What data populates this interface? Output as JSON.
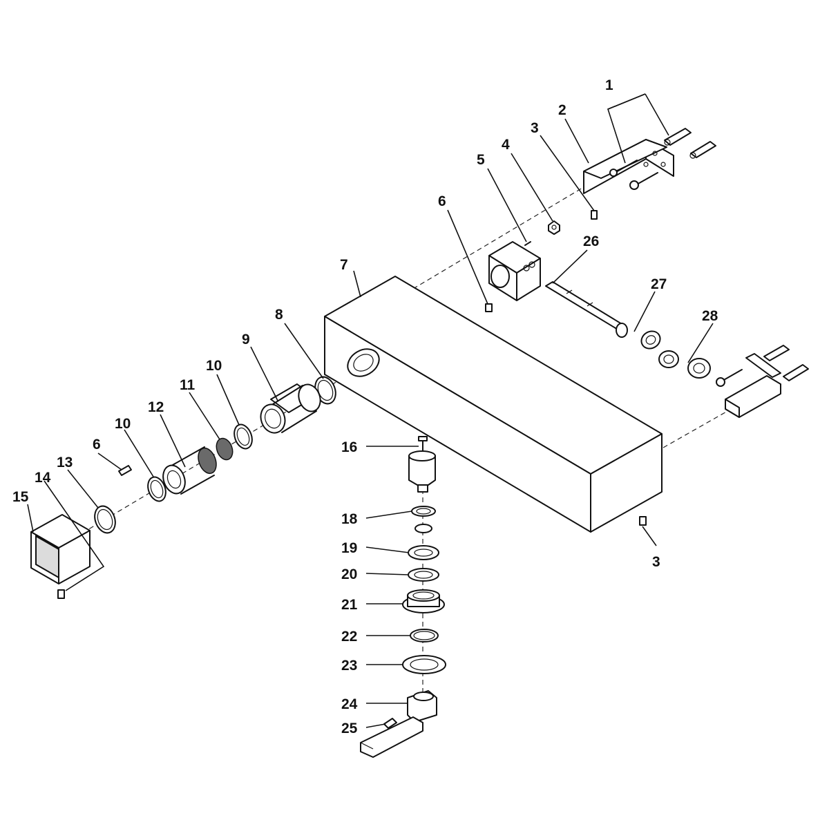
{
  "labels": {
    "l1": "1",
    "l2": "2",
    "l3a": "3",
    "l3b": "3",
    "l4": "4",
    "l5": "5",
    "l6a": "6",
    "l6b": "6",
    "l7": "7",
    "l8": "8",
    "l9": "9",
    "l10a": "10",
    "l10b": "10",
    "l11": "11",
    "l12": "12",
    "l13": "13",
    "l14": "14",
    "l15": "15",
    "l16": "16",
    "l18": "18",
    "l19": "19",
    "l20": "20",
    "l21": "21",
    "l22": "22",
    "l23": "23",
    "l24": "24",
    "l25": "25",
    "l26": "26",
    "l27": "27",
    "l28": "28"
  }
}
